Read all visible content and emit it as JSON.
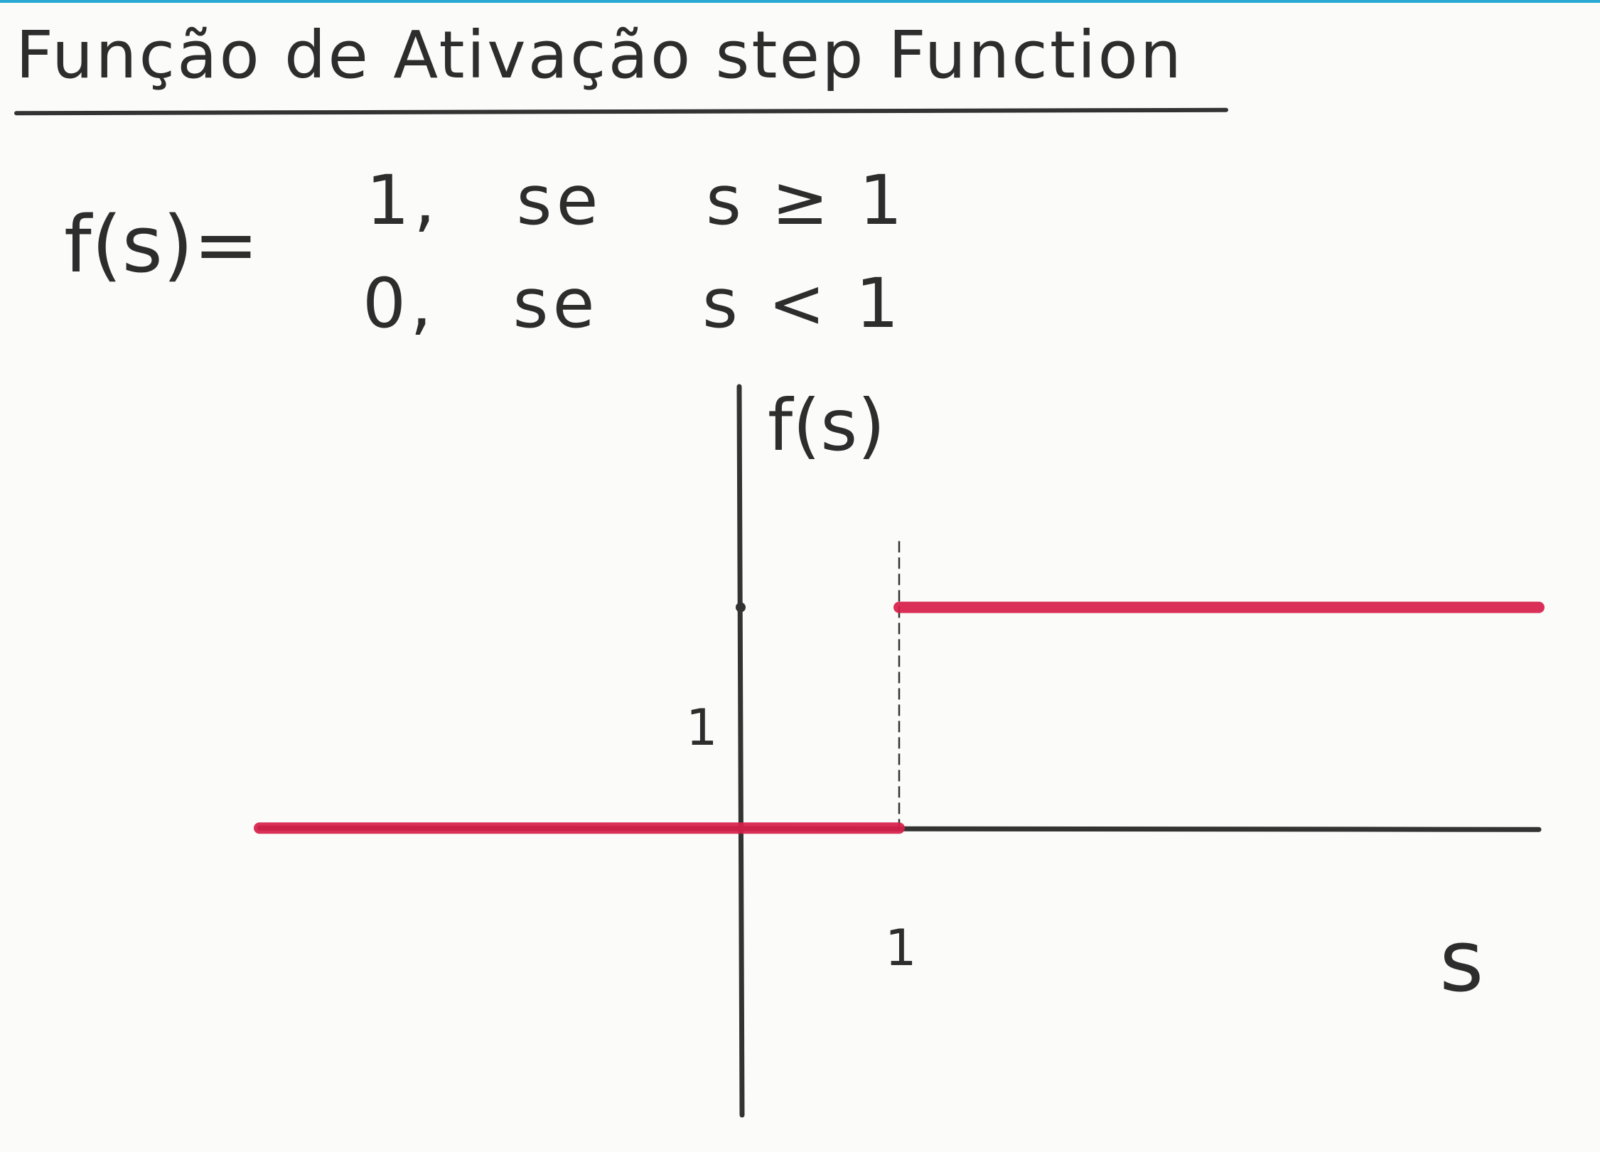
{
  "chart_data": {
    "type": "line",
    "title": "Função de Ativação step Function",
    "formula": {
      "lhs": "f(s)=",
      "cases": [
        {
          "value": "1,",
          "word": "se",
          "condition": "s ≥ 1"
        },
        {
          "value": "0,",
          "word": "se",
          "condition": "s < 1"
        }
      ]
    },
    "xlabel": "s",
    "ylabel": "f(s)",
    "xlim": [
      -3,
      5
    ],
    "ylim": [
      -1.3,
      2.0
    ],
    "x_ticks": [
      "1"
    ],
    "y_ticks": [
      "1"
    ],
    "series": [
      {
        "segments": [
          {
            "x": [
              -3,
              1
            ],
            "y": [
              0,
              0
            ]
          },
          {
            "x": [
              1,
              5
            ],
            "y": [
              1,
              1
            ]
          }
        ]
      }
    ],
    "annotations": [
      {
        "type": "dashed-vertical",
        "x": 1,
        "y": [
          0,
          1.3
        ]
      }
    ],
    "grid": false,
    "series_color": "#d81f4a",
    "axis_color": "#333333"
  }
}
